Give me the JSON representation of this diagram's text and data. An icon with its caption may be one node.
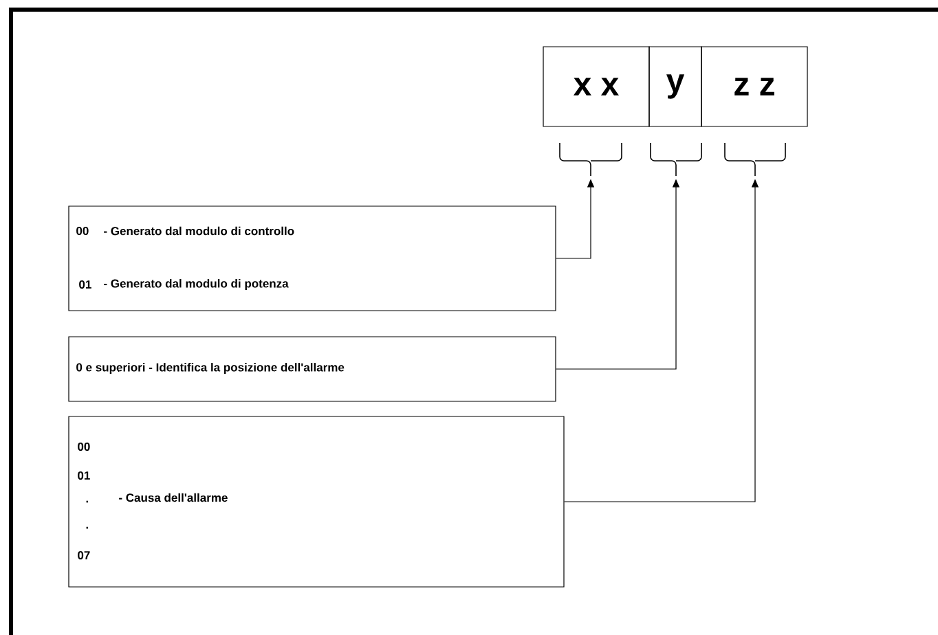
{
  "diagram": {
    "nodes": [
      {
        "text": [
          "x x"
        ]
      },
      {
        "text": [
          "y"
        ]
      },
      {
        "text": [
          "z z"
        ]
      },
      {
        "text": [],
        "shape": "brace"
      },
      {
        "text": [],
        "shape": "brace"
      },
      {
        "text": [],
        "shape": "brace"
      },
      {
        "text": [
          "00",
          "- Generato dal modulo di controllo",
          "01",
          "- Generato dal modulo di potenza"
        ]
      },
      {
        "text": [
          "0 e superiori - Identifica la posizione dell'allarme"
        ]
      },
      {
        "text": [
          "00",
          "01",
          ".",
          ".",
          "07",
          "- Causa dell'allarme"
        ]
      }
    ],
    "edges": [
      {
        "from": 6,
        "to": 3,
        "arrow": "to"
      },
      {
        "from": 7,
        "to": 4,
        "arrow": "to"
      },
      {
        "from": 8,
        "to": 5,
        "arrow": "to"
      }
    ]
  }
}
